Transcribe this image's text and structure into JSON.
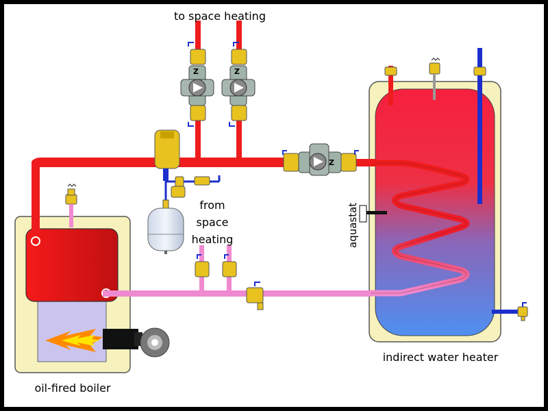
{
  "labels": {
    "to_space_heating": "to space heating",
    "from": "from",
    "space": "space",
    "heating": "heating",
    "aquastat": "aquastat",
    "indirect_water_heater": "indirect water heater",
    "oil_fired_boiler": "oil-fired boiler"
  },
  "pump_marks": {
    "zone_1": "Z",
    "zone_2": "Z",
    "dhw": "Z"
  },
  "colors": {
    "hot_pipe": "#ee1c1c",
    "return_pipe": "#f08ad0",
    "cold_pipe": "#1c2fcc",
    "tank_shell": "#f7f2bd",
    "boiler_cabinet": "#f7f2bd",
    "brass": "#e8c21f",
    "flame_outer": "#ff8a00",
    "flame_inner": "#ffe400"
  }
}
